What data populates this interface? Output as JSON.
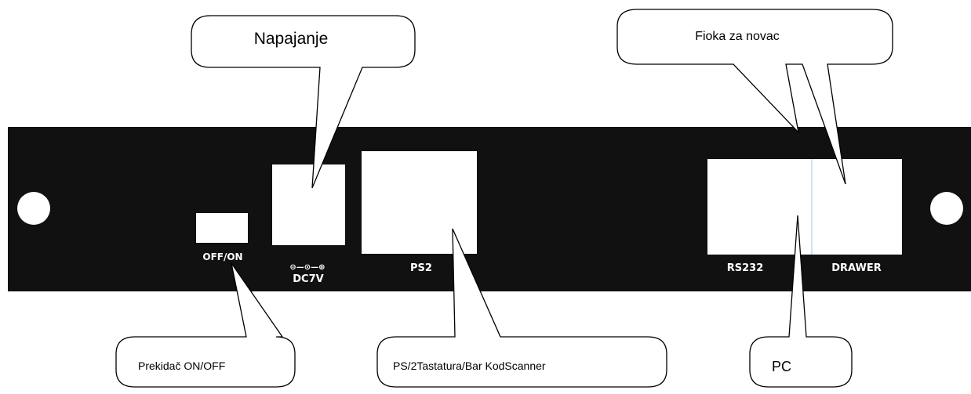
{
  "panel": {
    "switch_label": "OFF/ON",
    "dc_label": "DC7V",
    "dc_polarity_symbol": "⊖—⊙—⊕",
    "ps2_label": "PS2",
    "rs232_label": "RS232",
    "drawer_label": "DRAWER"
  },
  "callouts": {
    "power": "Napajanje",
    "drawer": "Fioka za novac",
    "switch": "Prekidač ON/OFF",
    "ps2": "PS/2Tastatura/Bar KodScanner",
    "pc": "PC"
  },
  "colors": {
    "panel": "#111111",
    "background": "#ffffff",
    "outline": "#000000",
    "port_divider": "#cfe3f2"
  }
}
